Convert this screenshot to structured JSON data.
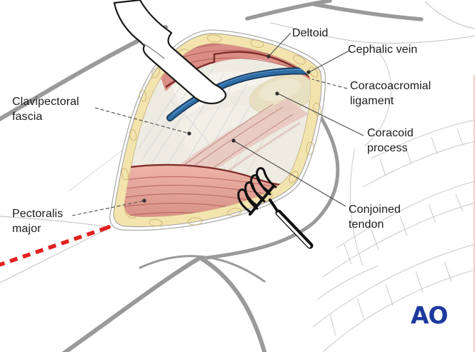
{
  "figure": {
    "description": "Anatomical line illustration of a deltopectoral surgical approach to the shoulder: retracted incision exposing deltoid, cephalic vein, coracoacromial ligament, coracoid process, clavipectoral fascia, conjoined tendon and pectoralis major; red dashed line marks the incision extension.",
    "labels": [
      {
        "id": "deltoid",
        "text": "Deltoid"
      },
      {
        "id": "cephalic-vein",
        "text": "Cephalic vein"
      },
      {
        "id": "coracoacromial-ligament",
        "text": "Coracoacromial\nligament"
      },
      {
        "id": "coracoid-process",
        "text": "Coracoid\nprocess"
      },
      {
        "id": "conjoined-tendon",
        "text": "Conjoined\ntendon"
      },
      {
        "id": "clavipectoral-fascia",
        "text": "Clavipectoral\nfascia"
      },
      {
        "id": "pectoralis-major",
        "text": "Pectoralis\nmajor"
      }
    ],
    "logo": {
      "text": "AO",
      "color": "#1c3a9e"
    },
    "colors": {
      "incision_dashed_line": "#e32020",
      "cephalic_vein": "#2e6da4",
      "muscle_deltoid": "#db8e86",
      "muscle_pectoralis": "#e2a096",
      "subcutaneous_fat": "#f3e4ae",
      "fascia_field": "#edebe2",
      "body_contour": "#9a9a9a",
      "rib_sketch": "#c9c9c9",
      "label_text": "#1c1c1c"
    }
  }
}
